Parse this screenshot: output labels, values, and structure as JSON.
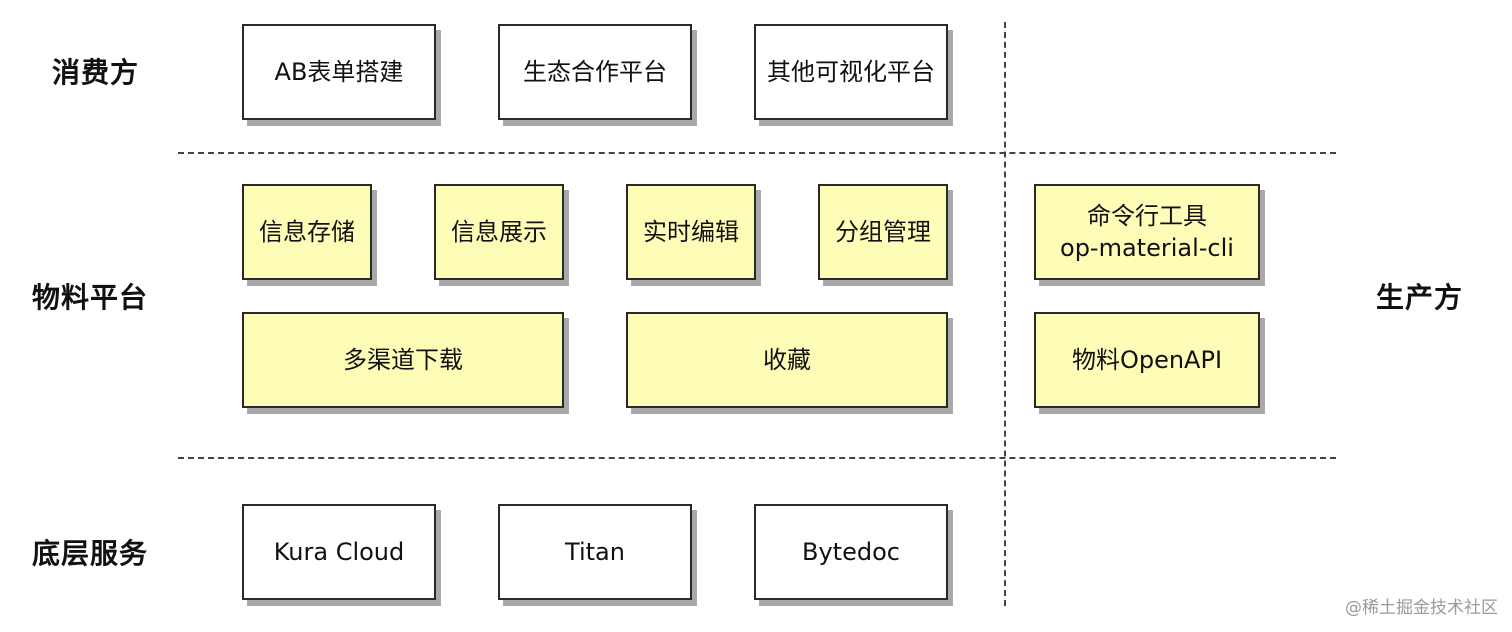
{
  "rows": {
    "consumer": "消费方",
    "platform": "物料平台",
    "infra": "底层服务"
  },
  "side": {
    "producer": "生产方"
  },
  "consumer_boxes": [
    "AB表单搭建",
    "生态合作平台",
    "其他可视化平台"
  ],
  "platform_boxes": [
    "信息存储",
    "信息展示",
    "实时编辑",
    "分组管理",
    "多渠道下载",
    "收藏"
  ],
  "producer_boxes": {
    "cli_title": "命令行工具",
    "cli_name": "op-material-cli",
    "openapi": "物料OpenAPI"
  },
  "infra_boxes": [
    "Kura Cloud",
    "Titan",
    "Bytedoc"
  ],
  "watermark": "@稀土掘金技术社区",
  "colors": {
    "platform_fill": "#fefdb8",
    "plain_fill": "#ffffff",
    "border": "#2a2a2a",
    "shadow": "#a9a9a9"
  }
}
